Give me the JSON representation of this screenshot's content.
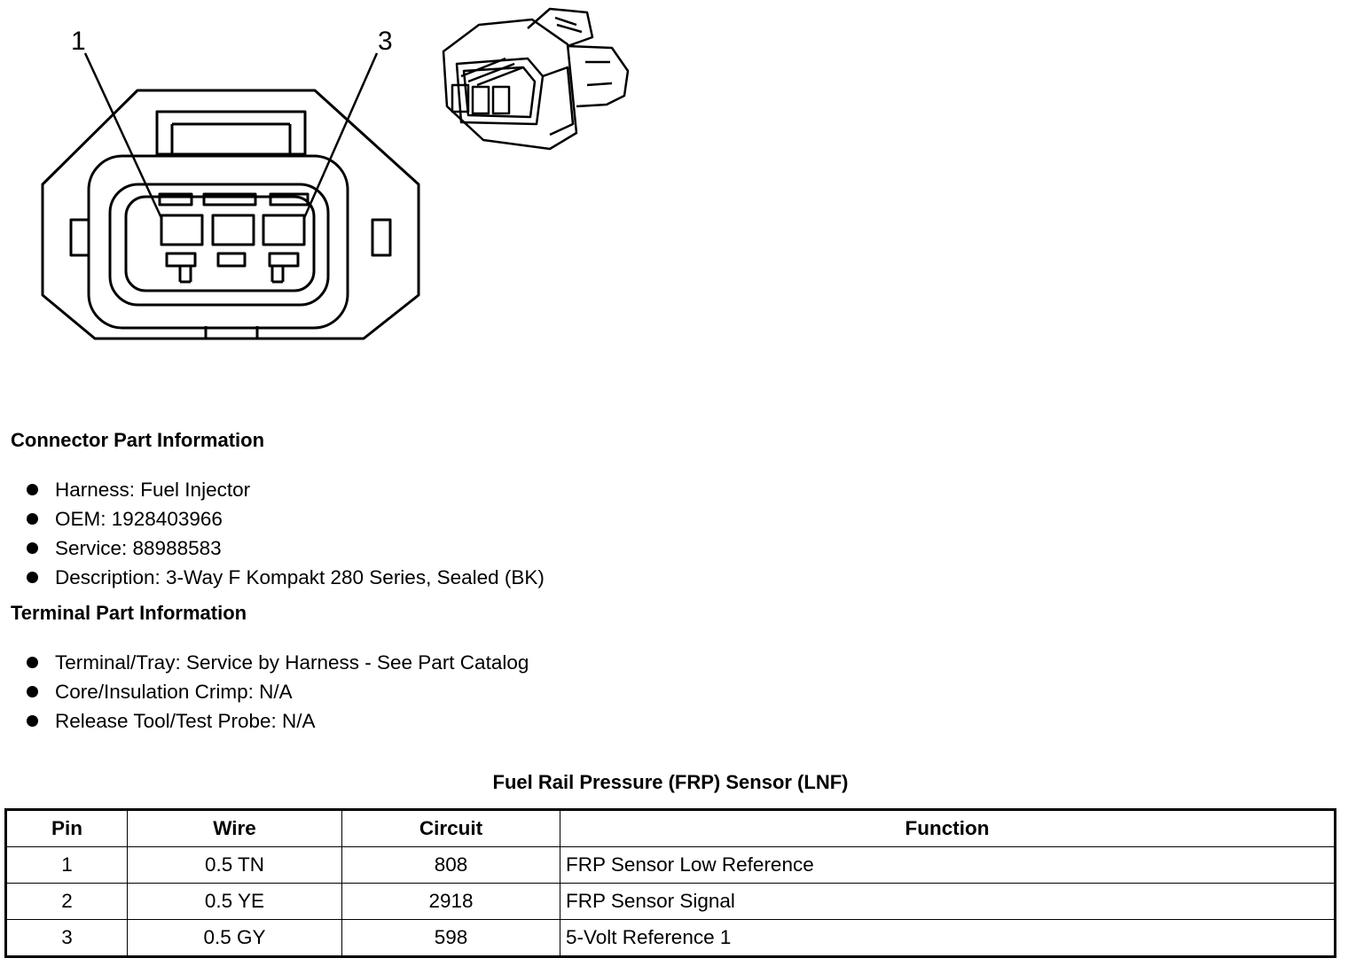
{
  "diagram": {
    "pin_labels": [
      "1",
      "3"
    ]
  },
  "connector_section": {
    "heading": "Connector Part Information",
    "items": [
      "Harness: Fuel Injector",
      "OEM: 1928403966",
      "Service: 88988583",
      "Description: 3-Way F Kompakt 280 Series, Sealed (BK)"
    ]
  },
  "terminal_section": {
    "heading": "Terminal Part Information",
    "items": [
      "Terminal/Tray: Service by Harness - See Part Catalog",
      "Core/Insulation Crimp: N/A",
      "Release Tool/Test Probe: N/A"
    ]
  },
  "table": {
    "title": "Fuel Rail Pressure (FRP) Sensor (LNF)",
    "headers": [
      "Pin",
      "Wire",
      "Circuit",
      "Function"
    ],
    "rows": [
      [
        "1",
        "0.5 TN",
        "808",
        "FRP Sensor Low Reference"
      ],
      [
        "2",
        "0.5 YE",
        "2918",
        "FRP Sensor Signal"
      ],
      [
        "3",
        "0.5 GY",
        "598",
        "5-Volt Reference 1"
      ]
    ]
  }
}
